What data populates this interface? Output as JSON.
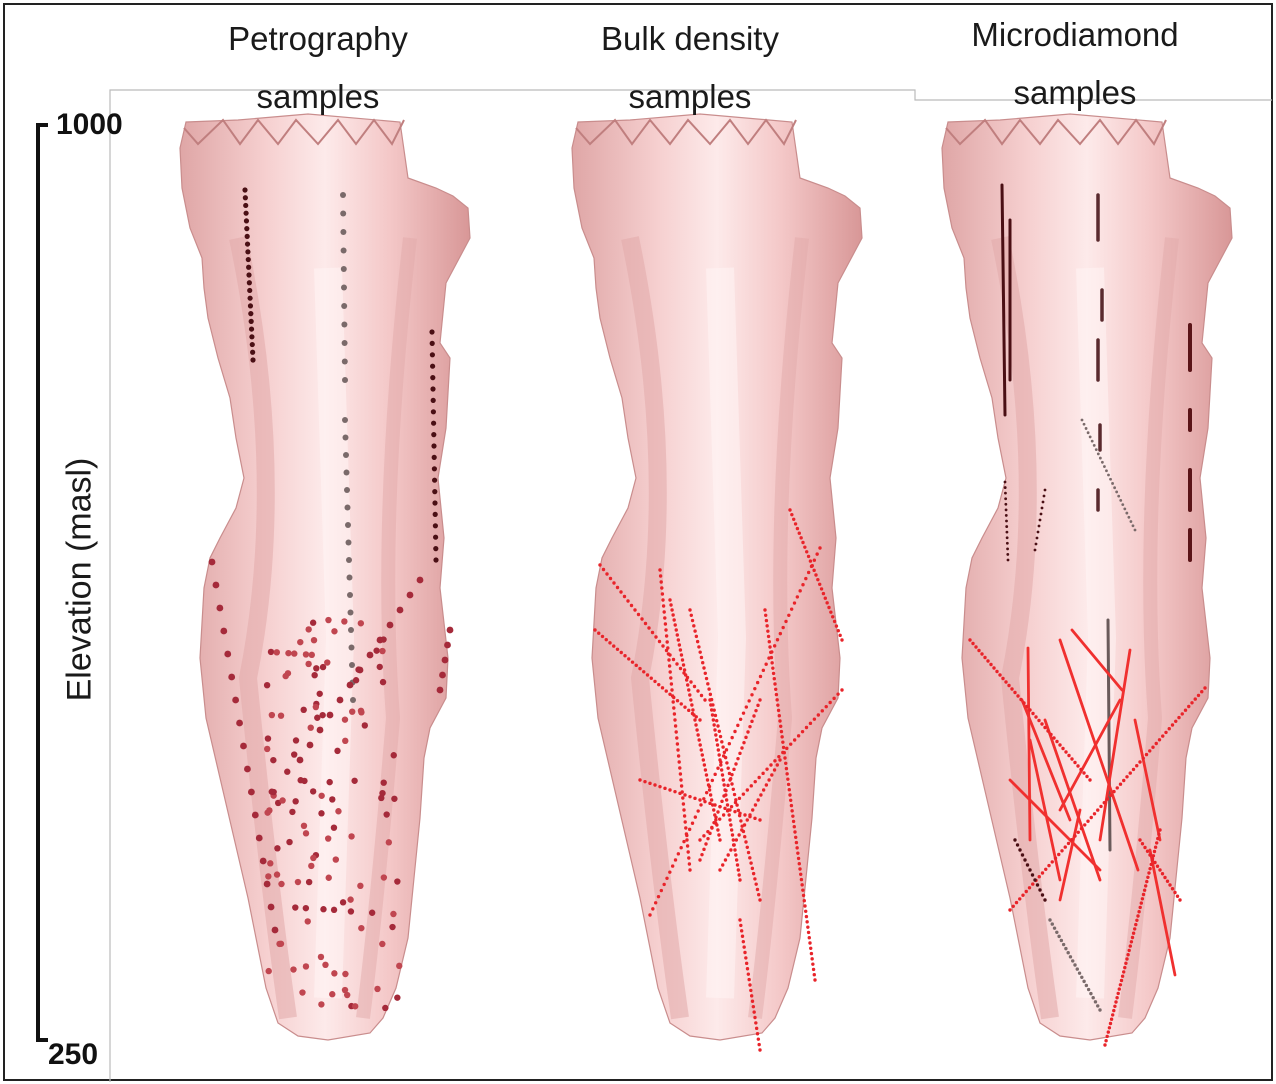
{
  "panels": [
    {
      "title_line1": "Petrography",
      "title_line2": "samples",
      "style": "dots"
    },
    {
      "title_line1": "Bulk density",
      "title_line2": "samples",
      "style": "drillholes"
    },
    {
      "title_line1": "Microdiamond",
      "title_line2": "samples",
      "style": "intervals"
    }
  ],
  "axis": {
    "title": "Elevation (masl)",
    "top_label": "1000",
    "bottom_label": "250"
  },
  "colors": {
    "body": "#f3c4c4",
    "body_shadow": "#d99a9a",
    "body_light": "#fde8e8",
    "sample_dark": "#4a0f14",
    "sample_mid": "#a52a3a",
    "sample_red": "#e8242a",
    "sample_grey": "#7a6a6a"
  }
}
